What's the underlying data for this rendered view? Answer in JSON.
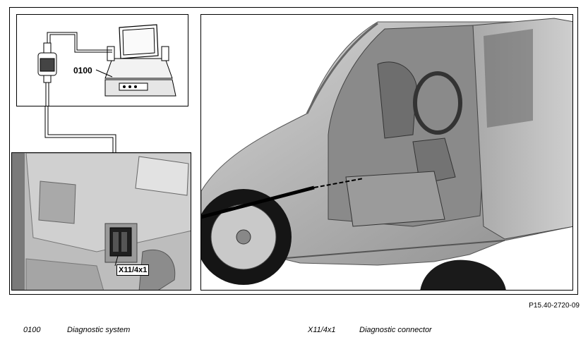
{
  "callouts": {
    "diagnostic_system": "0100",
    "diagnostic_connector": "X11/4x1"
  },
  "figure_id": "P15.40-2720-09",
  "legend": [
    {
      "code": "0100",
      "description": "Diagnostic system"
    },
    {
      "code": "X11/4x1",
      "description": "Diagnostic connector"
    }
  ]
}
